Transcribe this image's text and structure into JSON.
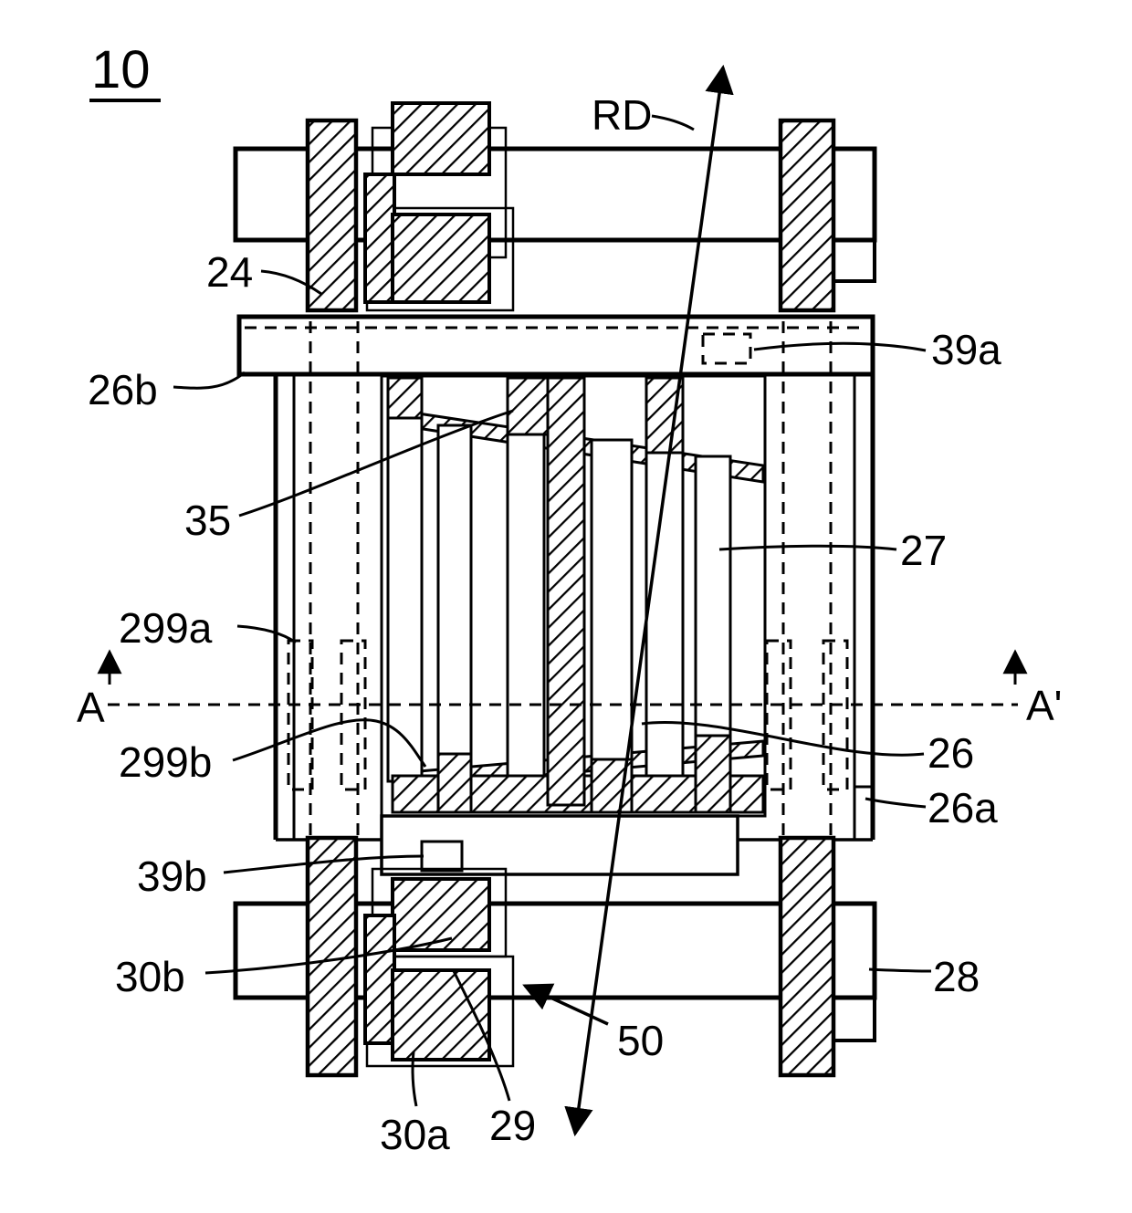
{
  "figure": {
    "id": "10",
    "description": "patent-style plan-view drawing of a TFT pixel structure",
    "colors": {
      "ink": "#000000",
      "background": "#ffffff"
    },
    "labels": {
      "rd": "RD",
      "n24": "24",
      "n26b": "26b",
      "n39a": "39a",
      "n35": "35",
      "n27": "27",
      "n299a": "299a",
      "section_left": "A",
      "section_right": "A'",
      "n299b": "299b",
      "n26": "26",
      "n26a": "26a",
      "n39b": "39b",
      "n30b": "30b",
      "n28": "28",
      "n50": "50",
      "n30a": "30a",
      "n29": "29"
    }
  }
}
